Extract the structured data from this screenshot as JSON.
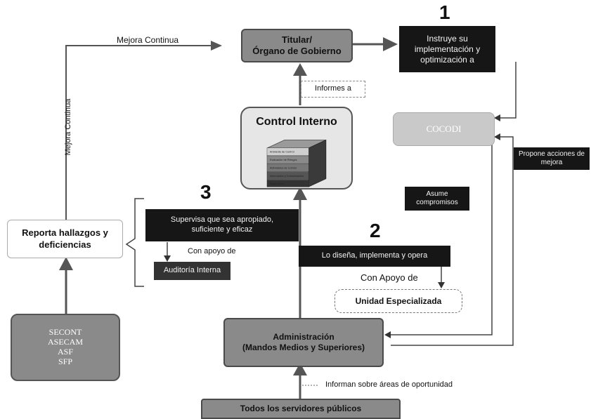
{
  "top_box": {
    "line1": "Titular/",
    "line2": "Órgano de Gobierno"
  },
  "instruye_box": "Instruye su implementación y optimización a",
  "informes_label": "Informes a",
  "control_interno": {
    "title": "Control Interno",
    "cube_labels": [
      "Ambiente de Control",
      "Evaluación de Riesgos",
      "Actividades de Control",
      "Información y Comunicación",
      "Supervisión"
    ]
  },
  "cocodi": "COCODI",
  "propone_box": "Propone acciones de mejora",
  "asume_box": "Asume compromisos",
  "mejora_continua_top": "Mejora Continua",
  "mejora_continua_side": "Mejora Continua",
  "reporta_box": "Reporta hallazgos y deficiencias",
  "supervisa_box": "Supervisa que sea apropiado, suficiente y eficaz",
  "con_apoyo_de_1": "Con apoyo de",
  "auditoria_box": "Auditoría Interna",
  "disena_box": "Lo diseña, implementa y opera",
  "con_apoyo_de_2": "Con Apoyo de",
  "unidad_box": "Unidad Especializada",
  "administracion": {
    "line1": "Administración",
    "line2": "(Mandos Medios y Superiores)"
  },
  "informan_label": "Informan sobre áreas de oportunidad",
  "todos_box": "Todos los servidores públicos",
  "entities": [
    "SECONT",
    "ASECAM",
    "ASF",
    "SFP"
  ],
  "numbers": {
    "n1": "1",
    "n2": "2",
    "n3": "3"
  }
}
